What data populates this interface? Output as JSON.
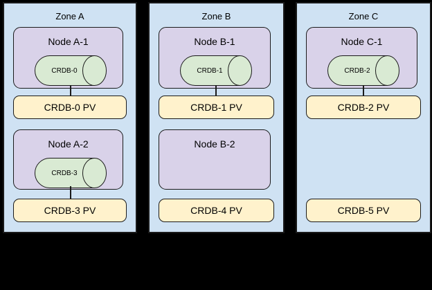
{
  "colors": {
    "background": "#000000",
    "zone_fill": "#cfe2f3",
    "node_fill": "#d9d2e9",
    "cylinder_fill": "#d9ead3",
    "pv_fill": "#fff2cc",
    "border": "#1a1a1a",
    "text": "#000000"
  },
  "zones": [
    {
      "label": "Zone A",
      "nodes": [
        {
          "label": "Node A-1",
          "cylinder": "CRDB-0",
          "pv": "CRDB-0 PV"
        },
        {
          "label": "Node A-2",
          "cylinder": "CRDB-3",
          "pv": "CRDB-3 PV"
        }
      ]
    },
    {
      "label": "Zone B",
      "nodes": [
        {
          "label": "Node B-1",
          "cylinder": "CRDB-1",
          "pv": "CRDB-1 PV"
        },
        {
          "label": "Node B-2",
          "pv": "CRDB-4 PV"
        }
      ]
    },
    {
      "label": "Zone C",
      "nodes": [
        {
          "label": "Node C-1",
          "cylinder": "CRDB-2",
          "pv": "CRDB-2 PV"
        },
        {
          "pv": "CRDB-5 PV"
        }
      ]
    }
  ]
}
